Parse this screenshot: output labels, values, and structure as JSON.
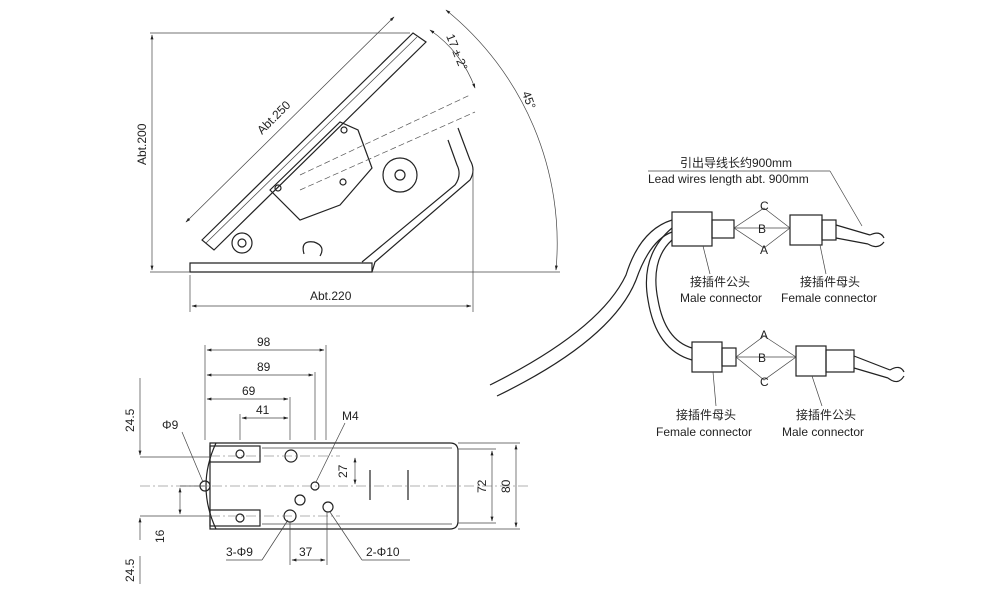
{
  "side_view": {
    "length_label": "Abt.250",
    "height_label": "Abt.200",
    "width_label": "Abt.220",
    "tilt_label": "17 ± 2°",
    "angle_label": "45°"
  },
  "top_view": {
    "dims_top": [
      "98",
      "89",
      "69",
      "41"
    ],
    "hole_label": "Φ9",
    "thread_label": "M4",
    "dim_27": "27",
    "dim_72": "72",
    "dim_80": "80",
    "left_dims": [
      "24.5",
      "16",
      "24.5"
    ],
    "bottom_holes_left": "3-Φ9",
    "dim_37": "37",
    "bottom_holes_right": "2-Φ10"
  },
  "wiring": {
    "lead_cn": "引出导线长约900mm",
    "lead_en": "Lead wires length abt. 900mm",
    "top_letters": [
      "C",
      "B",
      "A"
    ],
    "bottom_letters": [
      "A",
      "B",
      "C"
    ],
    "top_male_cn": "接插件公头",
    "top_male_en": "Male connector",
    "top_female_cn": "接插件母头",
    "top_female_en": "Female connector",
    "bottom_female_cn": "接插件母头",
    "bottom_female_en": "Female connector",
    "bottom_male_cn": "接插件公头",
    "bottom_male_en": "Male connector"
  }
}
